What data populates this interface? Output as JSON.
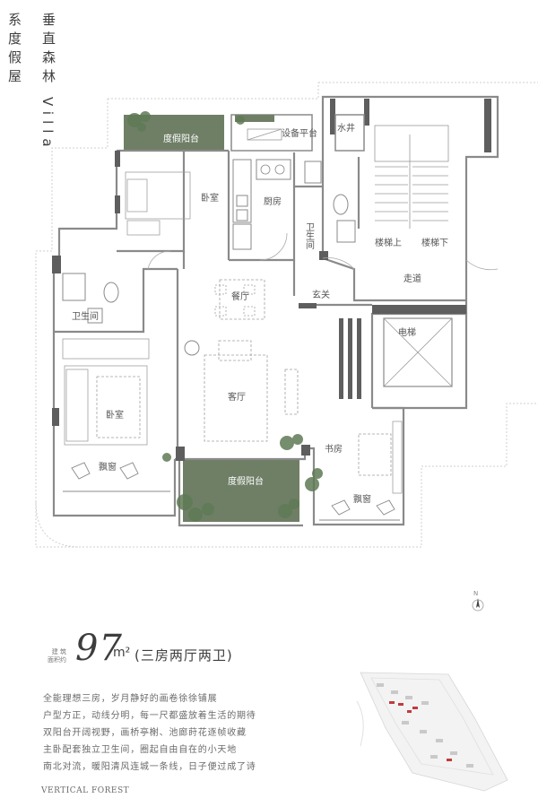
{
  "title_vertical": {
    "col1": "系度假屋",
    "col2": "垂直森林",
    "latin": "Villa"
  },
  "rooms": {
    "balcony_top": "度假阳台",
    "equipment": "设备平台",
    "water_well": "水井",
    "bedroom_top": "卧室",
    "kitchen": "厨房",
    "bathroom_mid": "卫生间",
    "stair_up": "楼梯上",
    "stair_down": "楼梯下",
    "corridor": "走道",
    "dining": "餐厅",
    "entrance": "玄关",
    "bathroom_left": "卫生间",
    "elevator": "电梯",
    "living": "客厅",
    "bedroom_left": "卧室",
    "bay_left": "飘窗",
    "study": "书房",
    "balcony_bottom": "度假阳台",
    "bay_right": "飘窗"
  },
  "compass": {
    "label": "N"
  },
  "area": {
    "small_label_1": "建 筑",
    "small_label_2": "面积约",
    "value": "97",
    "unit": "m²",
    "type": "(三房两厅两卫)"
  },
  "description": [
    "全能理想三房，岁月静好的画卷徐徐铺展",
    "户型方正，动线分明，每一尺都盛放着生活的期待",
    "双阳台开阔视野，画桥亭榭、池廊莳花逐帧收藏",
    "主卧配套独立卫生间，圈起自由自在的小天地",
    "南北对流，暖阳清风连城一条线，日子便过成了诗"
  ],
  "brand": "VERTICAL FOREST",
  "colors": {
    "wall": "#8a8a8a",
    "wall_dark": "#5e5e5e",
    "balcony_green": "#6f7f66",
    "outline": "#cfcfcf",
    "site_accent": "#c23b3b"
  }
}
